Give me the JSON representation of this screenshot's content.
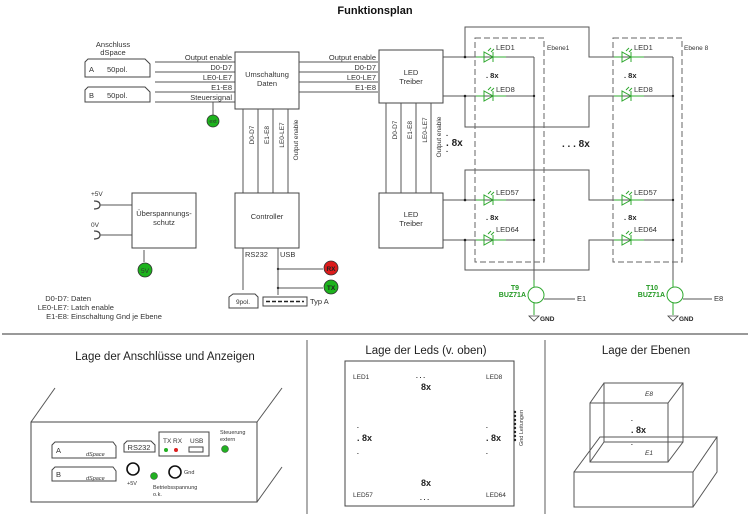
{
  "title": "Funktionsplan",
  "connector_header": {
    "line1": "Anschluss",
    "line2": "dSpace"
  },
  "connectors": [
    {
      "id": "A",
      "label": "50pol."
    },
    {
      "id": "B",
      "label": "50pol."
    }
  ],
  "bus_signals_in": [
    "Output enable",
    "D0-D7",
    "LE0-LE7",
    "E1-E8",
    "Steuersignal"
  ],
  "bus_signals_out": [
    "Output enable",
    "D0-D7",
    "LE0-LE7",
    "E1-E8"
  ],
  "vertical_signals": [
    "D0-D7",
    "E1-E8",
    "LE0-LE7",
    "Output enable"
  ],
  "blocks": {
    "umschaltung": {
      "line1": "Umschaltung",
      "line2": "Daten"
    },
    "led_driver": {
      "line1": "LED",
      "line2": "Treiber"
    },
    "controller": "Controller",
    "surge": {
      "line1": "Überspannungs-",
      "line2": "schutz"
    }
  },
  "indicators": {
    "ext": {
      "label": "ext",
      "color": "#1db31d"
    },
    "v5": {
      "label": "5V",
      "color": "#1db31d"
    },
    "rx": {
      "label": "RX",
      "color": "#dd1b1b"
    },
    "tx": {
      "label": "TX",
      "color": "#1db31d"
    }
  },
  "power": {
    "plus": "+5V",
    "zero": "0V"
  },
  "controller_ports": {
    "rs232": "RS232",
    "usb": "USB",
    "ninepol": "9pol.",
    "typ": "Typ A"
  },
  "multiplier": "8x",
  "multiplier_dots": ". . . 8x",
  "layers": [
    {
      "name": "Ebene1",
      "transistor": "T9",
      "part": "BUZ71A",
      "enable": "E1",
      "gnd": "GND",
      "leds": [
        "LED1",
        "LED8",
        "LED57",
        "LED64"
      ]
    },
    {
      "name": "Ebene 8",
      "transistor": "T10",
      "part": "BUZ71A",
      "enable": "E8",
      "gnd": "GND",
      "leds": [
        "LED1",
        "LED8",
        "LED57",
        "LED64"
      ]
    }
  ],
  "legend": [
    {
      "key": "D0-D7:",
      "value": "Daten"
    },
    {
      "key": "LE0-LE7:",
      "value": "Latch enable"
    },
    {
      "key": "E1-E8:",
      "value": "Einschaltung Gnd je Ebene"
    }
  ],
  "sections": {
    "connections": {
      "title": "Lage der Anschlüsse und Anzeigen",
      "port_a": "A",
      "port_b": "B",
      "dspace": "dSpace",
      "rs232": "RS232",
      "tx": "TX",
      "rx": "RX",
      "usb": "USB",
      "steuerung": [
        "Steuerung",
        "extern"
      ],
      "plus5v": "+5V",
      "gnd": "Gnd",
      "betrieb": [
        "Betriebsspannung",
        "o.k."
      ],
      "led_colors": {
        "green": "#22b022",
        "red": "#dd2020"
      }
    },
    "leds_top": {
      "title": "Lage der Leds (v. oben)",
      "corners": [
        "LED1",
        "LED8",
        "LED57",
        "LED64"
      ],
      "gnd_label": "Gnd Leitungen",
      "mult": "8x"
    },
    "layers": {
      "title": "Lage der Ebenen",
      "top": "E8",
      "bottom": "E1",
      "mult": "8x"
    }
  }
}
